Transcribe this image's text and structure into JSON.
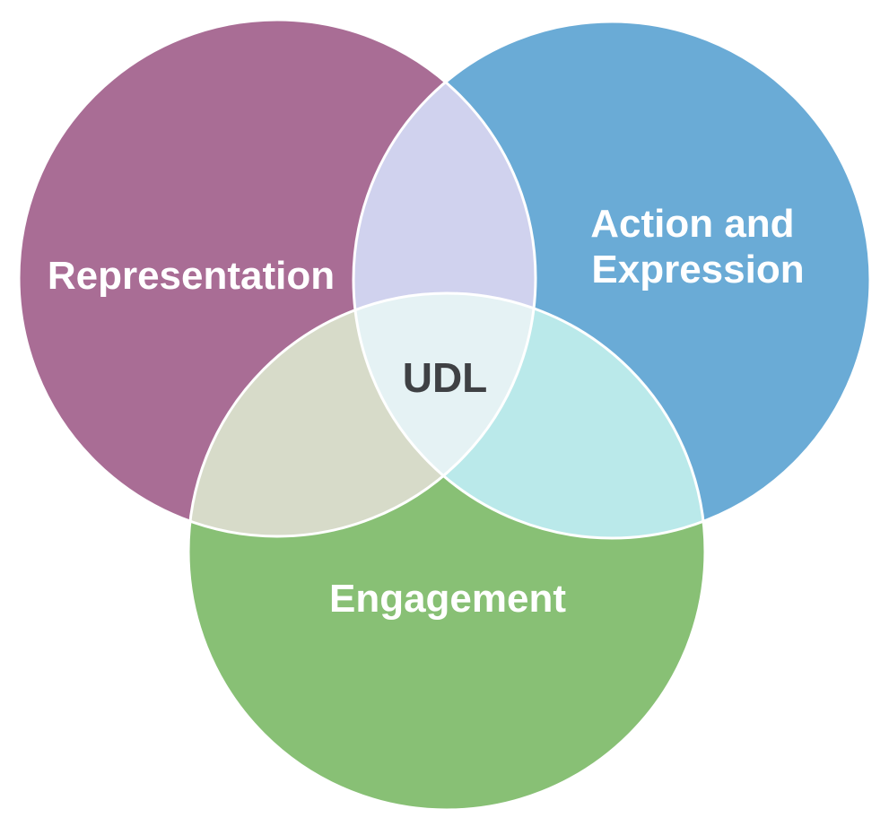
{
  "diagram": {
    "circles": [
      {
        "key": "representation",
        "label": "Representation",
        "color": "#A96D95"
      },
      {
        "key": "action",
        "label_lines": [
          "Action and",
          "Expression"
        ],
        "color": "#6AABD6"
      },
      {
        "key": "engagement",
        "label": "Engagement",
        "color": "#88C075"
      }
    ],
    "overlaps": {
      "representation_action": "#D0D2EE",
      "representation_engagement": "#D7DBC9",
      "action_engagement": "#BAE9EA",
      "center": "#E5F2F4"
    },
    "center_label": "UDL",
    "label_color": "#FFFFFF",
    "center_label_color": "#3F4144",
    "outline_color": "#FFFFFF"
  }
}
